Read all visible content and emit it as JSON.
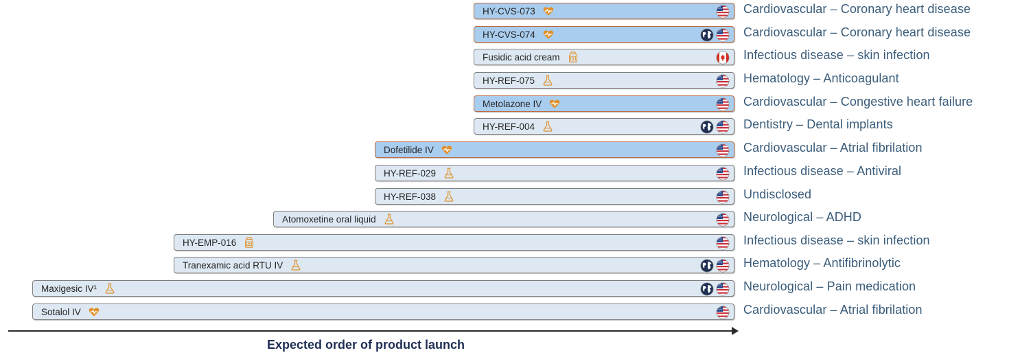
{
  "rows": [
    {
      "name": "HY-CVS-073",
      "category": "Cardiovascular",
      "indication": "Coronary heart disease",
      "icon": "heart-icon",
      "highlight": true,
      "flags": [
        "us-flag"
      ]
    },
    {
      "name": "HY-CVS-074",
      "category": "Cardiovascular",
      "indication": "Coronary heart disease",
      "icon": "heart-icon",
      "highlight": true,
      "flags": [
        "globe-icon",
        "us-flag"
      ]
    },
    {
      "name": "Fusidic acid cream",
      "category": "Infectious disease",
      "indication": "skin infection",
      "icon": "pill-bottle-icon",
      "highlight": false,
      "flags": [
        "canada-flag"
      ]
    },
    {
      "name": "HY-REF-075",
      "category": "Hematology",
      "indication": "Anticoagulant",
      "icon": "flask-icon",
      "highlight": false,
      "flags": [
        "us-flag"
      ]
    },
    {
      "name": "Metolazone IV",
      "category": "Cardiovascular",
      "indication": "Congestive heart failure",
      "icon": "heart-icon",
      "highlight": true,
      "flags": [
        "us-flag"
      ]
    },
    {
      "name": "HY-REF-004",
      "category": "Dentistry",
      "indication": "Dental implants",
      "icon": "flask-icon",
      "highlight": false,
      "flags": [
        "globe-icon",
        "us-flag"
      ]
    },
    {
      "name": "Dofetilide IV",
      "category": "Cardiovascular",
      "indication": "Atrial fibrilation",
      "icon": "heart-icon",
      "highlight": true,
      "flags": [
        "us-flag"
      ]
    },
    {
      "name": "HY-REF-029",
      "category": "Infectious disease",
      "indication": "Antiviral",
      "icon": "flask-icon",
      "highlight": false,
      "flags": [
        "us-flag"
      ]
    },
    {
      "name": "HY-REF-038",
      "category": "Undisclosed",
      "indication": "",
      "icon": "flask-icon",
      "highlight": false,
      "flags": [
        "us-flag"
      ]
    },
    {
      "name": "Atomoxetine oral liquid",
      "category": "Neurological",
      "indication": "ADHD",
      "icon": "flask-icon",
      "highlight": false,
      "flags": [
        "us-flag"
      ]
    },
    {
      "name": "HY-EMP-016",
      "category": "Infectious disease",
      "indication": "skin infection",
      "icon": "pill-bottle-icon",
      "highlight": false,
      "flags": [
        "us-flag"
      ]
    },
    {
      "name": "Tranexamic acid RTU IV",
      "category": "Hematology",
      "indication": "Antifibrinolytic",
      "icon": "flask-icon",
      "highlight": false,
      "flags": [
        "globe-icon",
        "us-flag"
      ]
    },
    {
      "name": "Maxigesic IV¹",
      "category": "Neurological",
      "indication": "Pain medication",
      "icon": "flask-icon",
      "highlight": false,
      "flags": [
        "globe-icon",
        "us-flag"
      ]
    },
    {
      "name": "Sotalol IV",
      "category": "Cardiovascular",
      "indication": "Atrial fibrilation",
      "icon": "heart-icon",
      "highlight": false,
      "flags": [
        "us-flag"
      ]
    }
  ],
  "axis": {
    "label": "Expected order of product launch"
  },
  "colors": {
    "highlight_fill": "#a9cdee",
    "default_fill": "#dde8f2",
    "highlight_border": "#c0683a",
    "icon_orange": "#e0902a",
    "description_text": "#3a5c7a",
    "axis_label": "#1f2f55"
  }
}
